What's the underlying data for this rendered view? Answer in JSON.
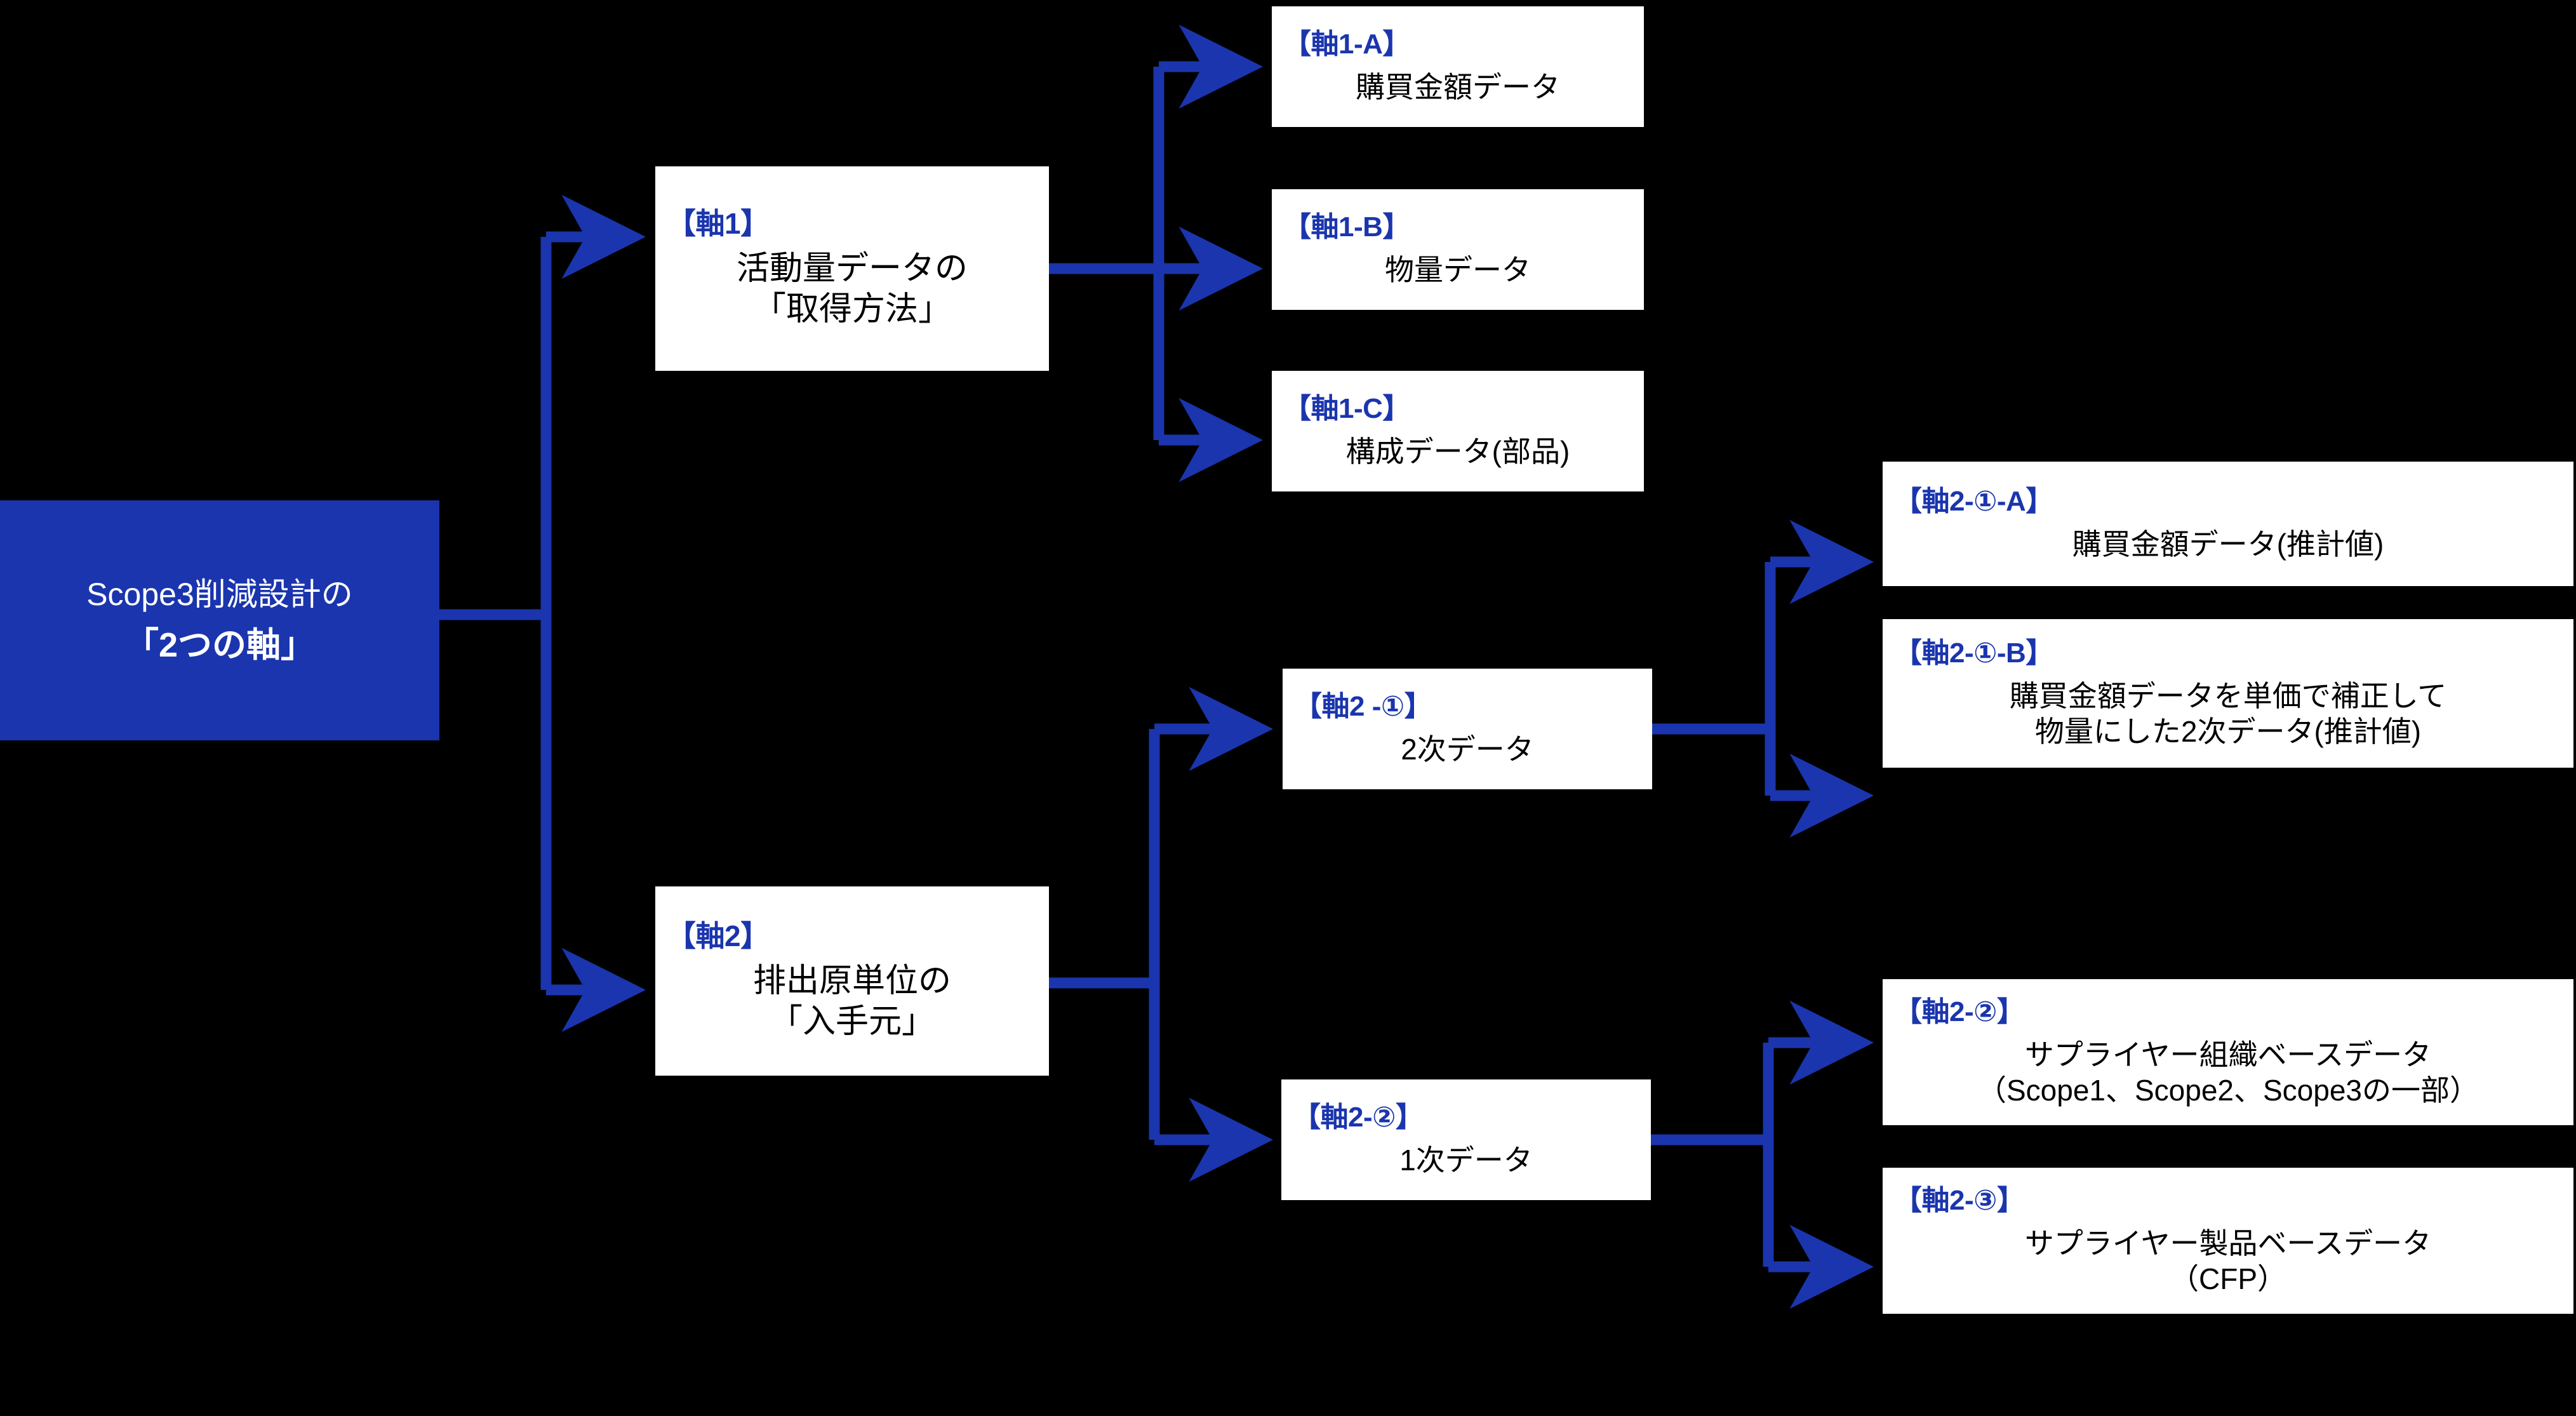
{
  "diagram": {
    "title": "Scope3削減設計の「2つの軸」",
    "colors": {
      "background": "#000000",
      "node_fill": "#FFFFFF",
      "root_fill": "#1A35AD",
      "tag_text": "#1A35AD",
      "body_text": "#000000",
      "root_text": "#FFFFFF",
      "connector": "#1A35AD"
    },
    "root": {
      "line1": "Scope3削減設計の",
      "line2": "「2つの軸」"
    },
    "nodes": {
      "axis1": {
        "tag": "【軸1】",
        "body": "活動量データの\n「取得方法」"
      },
      "axis2": {
        "tag": "【軸2】",
        "body": "排出原単位の\n「入手元」"
      },
      "axis1_a": {
        "tag": "【軸1-A】",
        "body": "購買金額データ"
      },
      "axis1_b": {
        "tag": "【軸1-B】",
        "body": "物量データ"
      },
      "axis1_c": {
        "tag": "【軸1-C】",
        "body": "構成データ(部品)"
      },
      "axis2_1": {
        "tag": "【軸2 -①】",
        "body": "2次データ"
      },
      "axis2_2": {
        "tag": "【軸2-②】",
        "body": "1次データ"
      },
      "axis2_1_a": {
        "tag": "【軸2-①-A】",
        "body": "購買金額データ(推計値)"
      },
      "axis2_1_b": {
        "tag": "【軸2-①-B】",
        "body": "購買金額データを単価で補正して\n物量にした2次データ(推計値)"
      },
      "axis2_2_r": {
        "tag": "【軸2-②】",
        "body": "サプライヤー組織ベースデータ\n（Scope1、Scope2、Scope3の一部）"
      },
      "axis2_3_r": {
        "tag": "【軸2-③】",
        "body": "サプライヤー製品ベースデータ\n（CFP）"
      }
    }
  }
}
